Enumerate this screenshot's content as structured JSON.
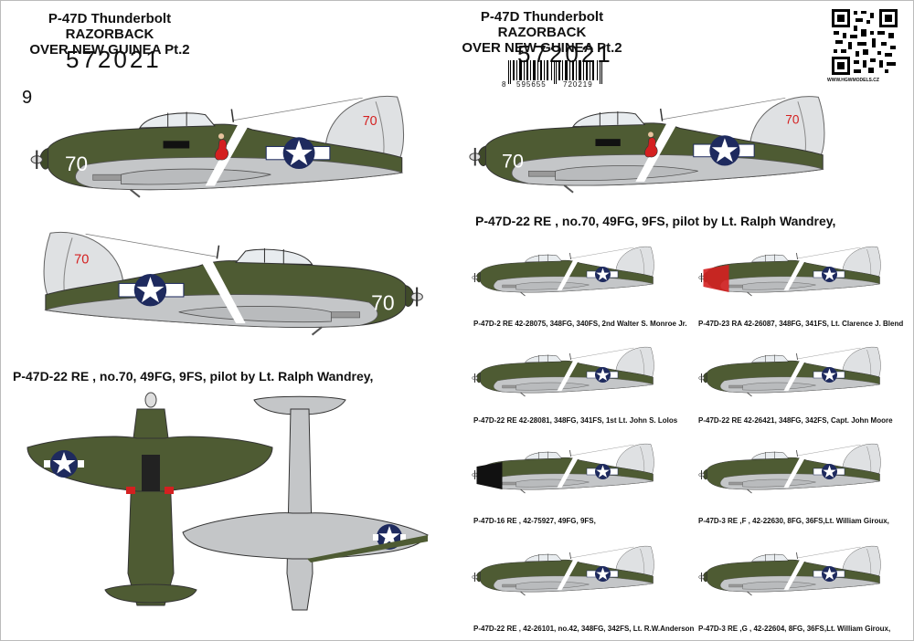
{
  "header_left": {
    "title_line1": "P-47D Thunderbolt RAZORBACK",
    "title_line2": "OVER NEW GUINEA Pt.2",
    "code": "572021",
    "sheet_number": "9"
  },
  "header_right": {
    "title_line1": "P-47D Thunderbolt RAZORBACK",
    "title_line2": "OVER NEW GUINEA Pt.2",
    "code": "572021",
    "barcode_left": "8",
    "barcode_mid": "595655",
    "barcode_right": "720219",
    "website": "WWW.HGWMODELS.CZ"
  },
  "left_caption": "P-47D-22 RE , no.70, 49FG, 9FS, pilot by Lt. Ralph Wandrey,",
  "right_caption": "P-47D-22 RE , no.70, 49FG, 9FS, pilot by Lt. Ralph Wandrey,",
  "aircraft_number": "70",
  "variants": [
    "P-47D-2 RE 42-28075, 348FG, 340FS,  2nd  Walter S. Monroe Jr.",
    "P-47D-23 RA 42-26087, 348FG, 341FS, Lt. Clarence J. Blend",
    "P-47D-22 RE 42-28081, 348FG, 341FS,  1st Lt. John S. Lolos",
    "P-47D-22 RE 42-26421, 348FG, 342FS, Capt. John Moore",
    "P-47D-16 RE , 42-75927, 49FG, 9FS,",
    "P-47D-3 RE ,F , 42-22630, 8FG, 36FS,Lt. William Giroux,",
    "P-47D-22 RE , 42-26101, no.42, 348FG, 342FS, Lt. R.W.Anderson",
    "P-47D-3 RE ,G , 42-22604, 8FG, 36FS,Lt. William Giroux,"
  ],
  "colors": {
    "olive_drab": "#4e5b33",
    "neutral_gray": "#c4c6c8",
    "insignia_blue": "#1e2a5e",
    "marking_red": "#d42020"
  }
}
